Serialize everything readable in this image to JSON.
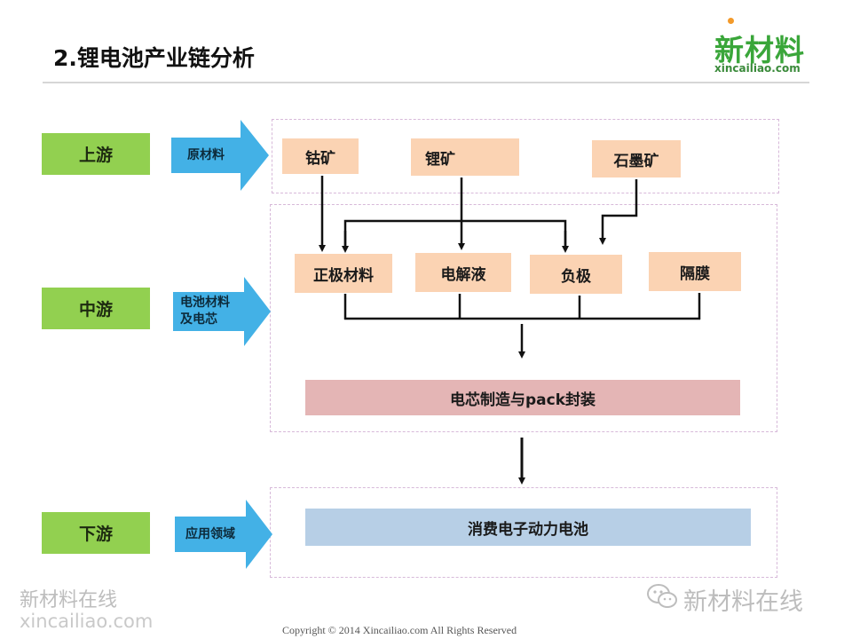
{
  "title": "2.锂电池产业链分析",
  "logo": {
    "cn": "新材料",
    "en": "xincailiao.com"
  },
  "stages": {
    "upstream": {
      "label": "上游",
      "arrow": "原材料"
    },
    "midstream": {
      "label": "中游",
      "arrow_line1": "电池材料",
      "arrow_line2": "及电芯"
    },
    "downstream": {
      "label": "下游",
      "arrow": "应用领域"
    }
  },
  "upstream_boxes": [
    "钴矿",
    "锂矿",
    "石墨矿"
  ],
  "midstream_boxes": [
    "正极材料",
    "电解液",
    "负极",
    "隔膜"
  ],
  "cell_bar": "电芯制造与pack封装",
  "downstream_bar": "消费电子动力电池",
  "watermark": {
    "left_cn": "新材料在线",
    "left_en": "xincailiao.com",
    "right": "新材料在线"
  },
  "copyright": "Copyright © 2014   Xincailiao.com    All Rights Reserved",
  "colors": {
    "stage": "#92d050",
    "arrow": "#43b1e6",
    "box": "#fbd3b3",
    "cell_bar": "#e4b5b5",
    "downstream_bar": "#b7cfe6"
  }
}
